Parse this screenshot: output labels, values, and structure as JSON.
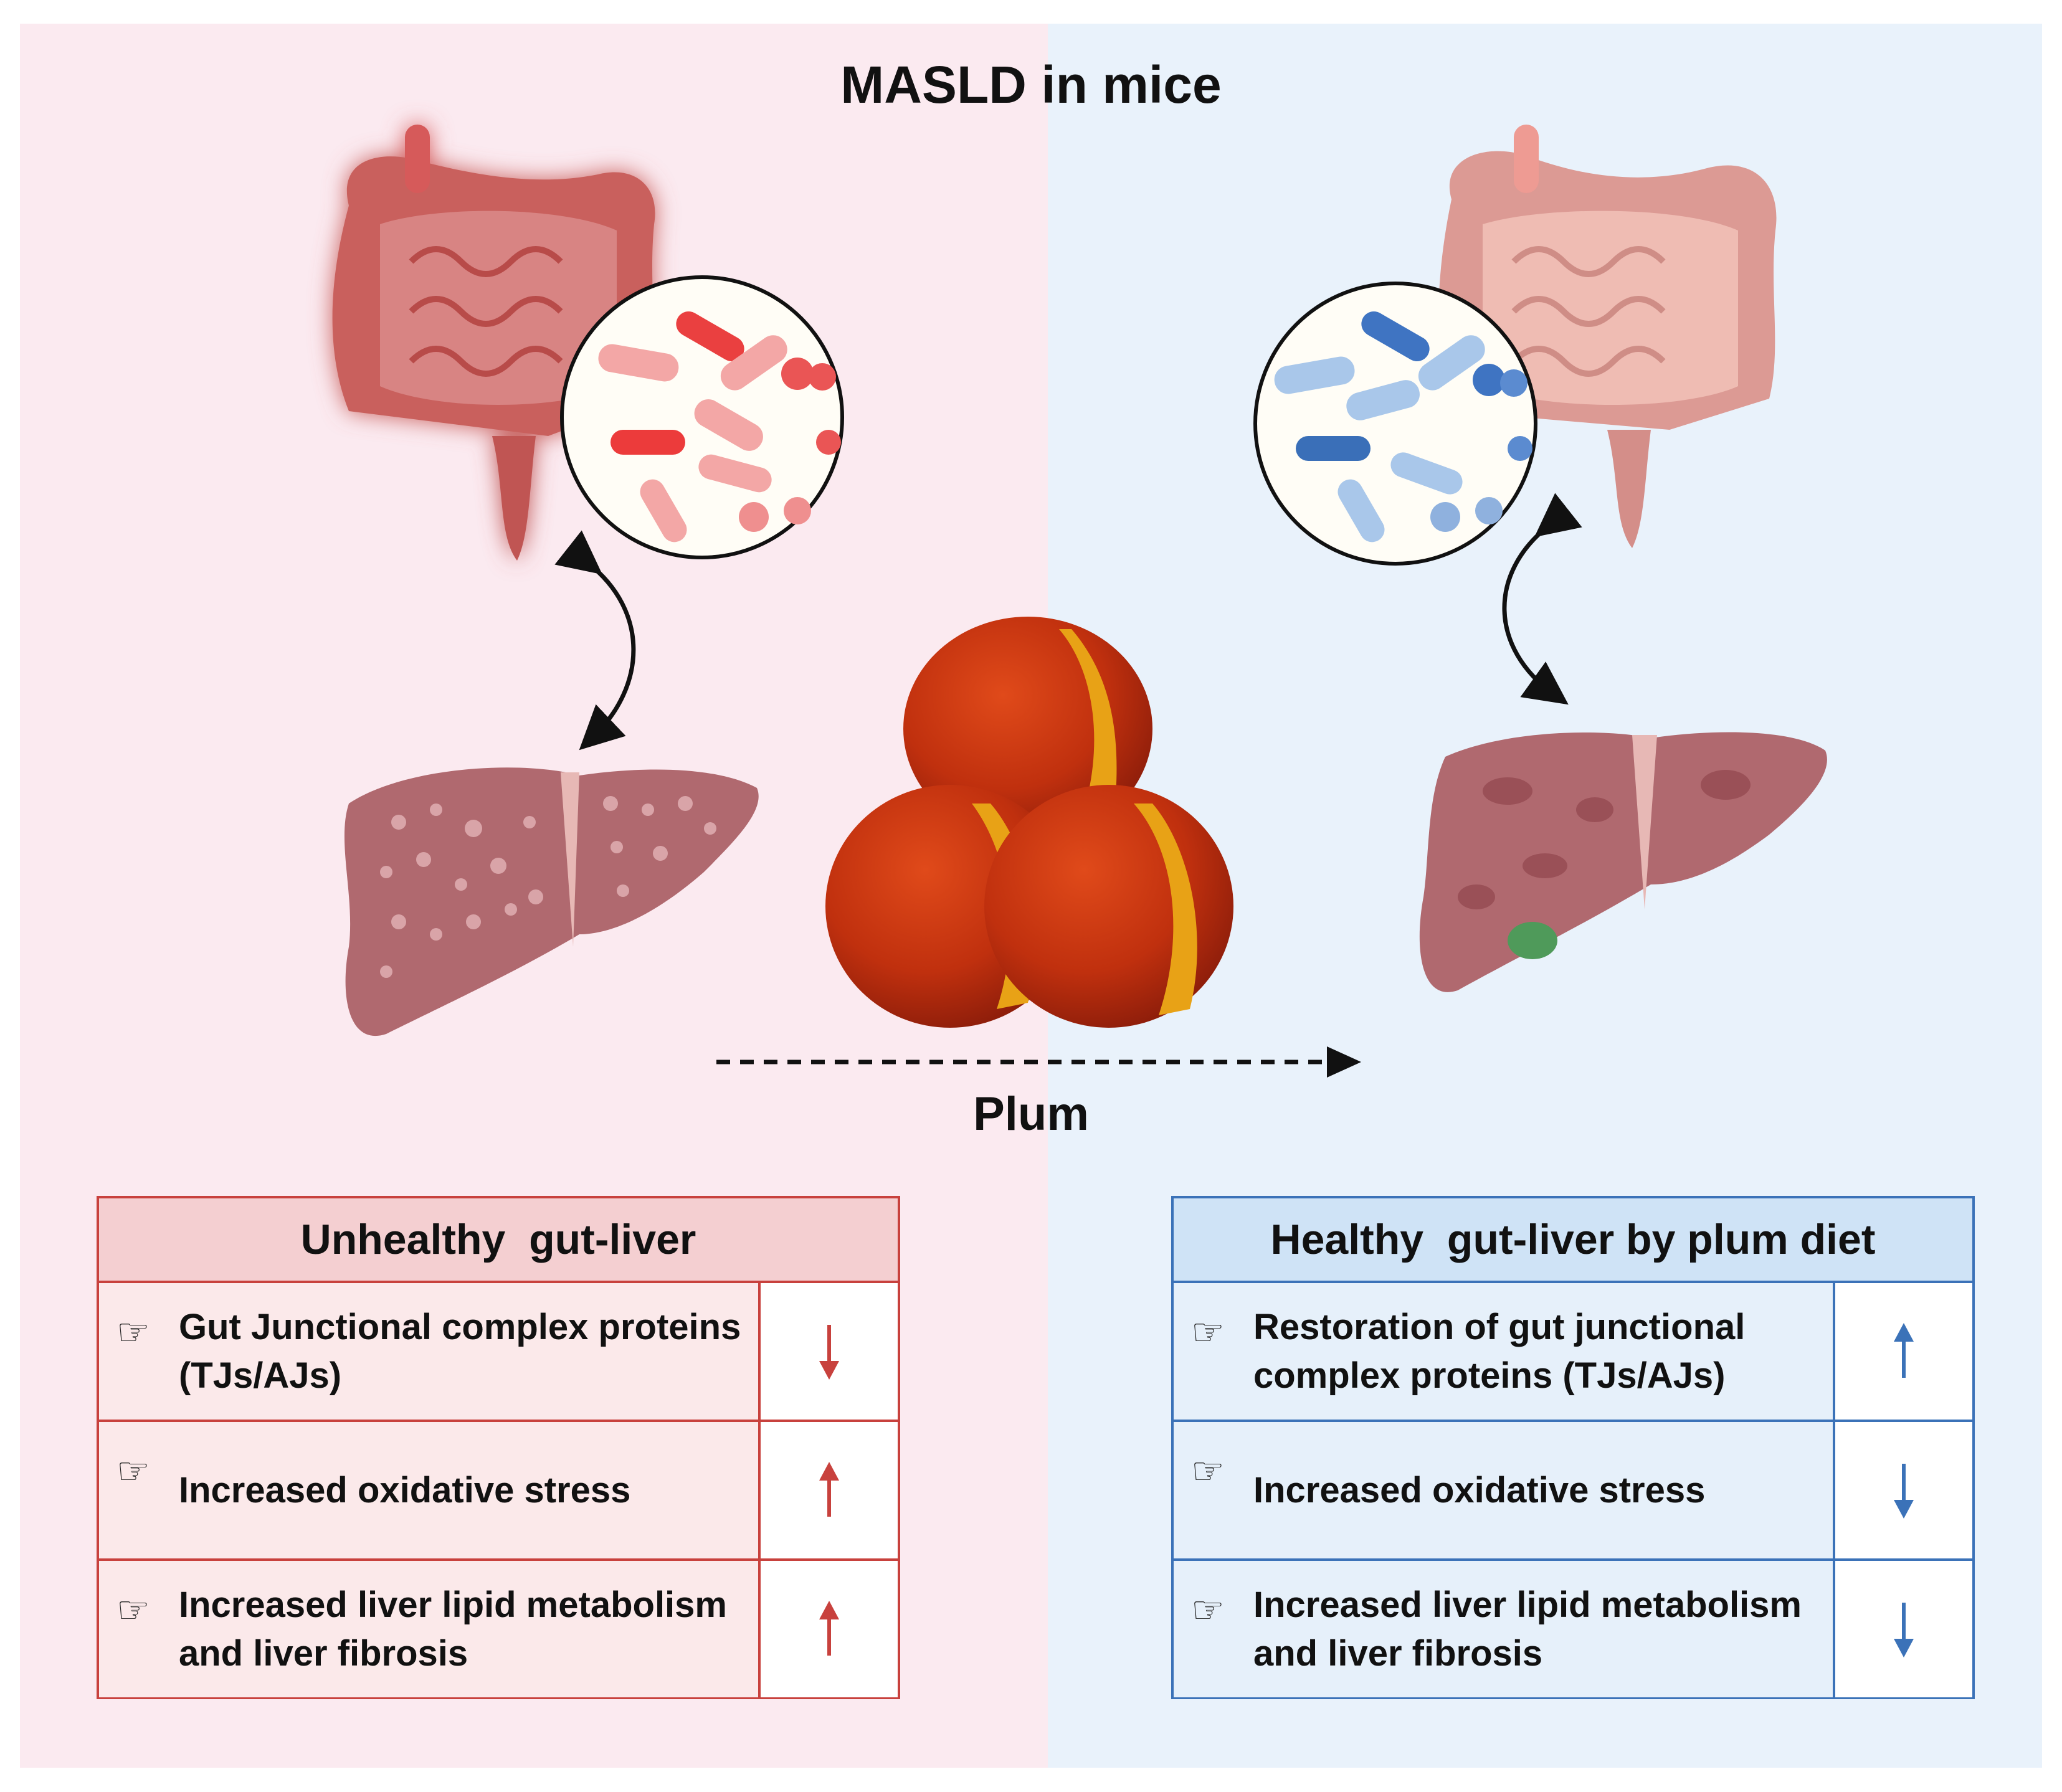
{
  "title": "MASLD in mice",
  "treatment_label": "Plum",
  "colors": {
    "unhealthy_bg": "#fbeaf0",
    "healthy_bg": "#e9f2fb",
    "unhealthy_accent": "#c8413d",
    "healthy_accent": "#3b72b8"
  },
  "unhealthy": {
    "heading": "Unhealthy  gut-liver",
    "rows": [
      {
        "text": "Gut Junctional complex proteins (TJs/AJs)",
        "direction": "down"
      },
      {
        "text": "Increased oxidative stress",
        "direction": "up"
      },
      {
        "text": "Increased liver lipid metabolism  and liver fibrosis",
        "direction": "up"
      }
    ]
  },
  "healthy": {
    "heading": "Healthy  gut-liver by plum diet",
    "rows": [
      {
        "text": "Restoration of gut junctional complex  proteins (TJs/AJs)",
        "direction": "up"
      },
      {
        "text": "Increased oxidative stress",
        "direction": "down"
      },
      {
        "text": "Increased liver lipid metabolism  and liver fibrosis",
        "direction": "down"
      }
    ]
  },
  "icons": [
    "pointing-hand-icon",
    "arrow-up-icon",
    "arrow-down-icon",
    "intestine-icon",
    "liver-icon",
    "bacteria-icon",
    "plum-icon"
  ]
}
